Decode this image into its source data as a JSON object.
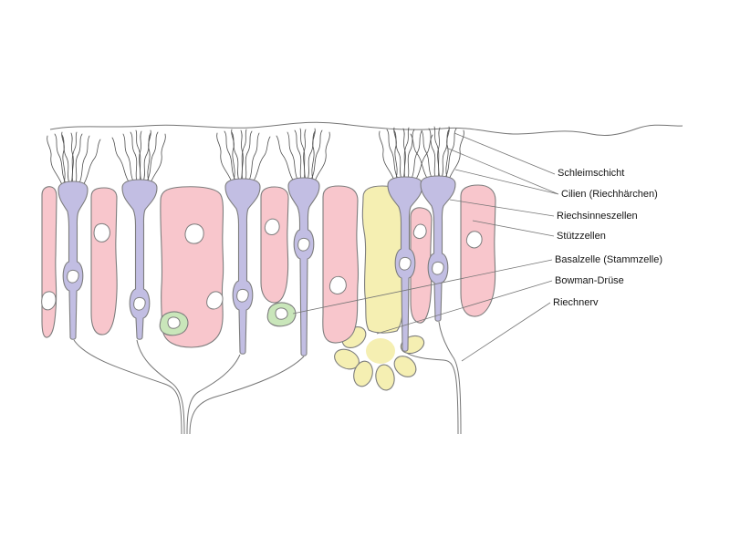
{
  "labels": [
    {
      "id": "schleimschicht",
      "text": "Schleimschicht"
    },
    {
      "id": "cilien",
      "text": "Cilien (Riechhärchen)"
    },
    {
      "id": "riechsinneszellen",
      "text": "Riechsinneszellen"
    },
    {
      "id": "stuetzzellen",
      "text": "Stützzellen"
    },
    {
      "id": "basalzelle",
      "text": "Basalzelle (Stammzelle)"
    },
    {
      "id": "bowman",
      "text": "Bowman-Drüse"
    },
    {
      "id": "riechnerv",
      "text": "Riechnerv"
    }
  ],
  "colors": {
    "pink": "#f8c6cc",
    "purple": "#c2bee3",
    "yellow": "#f5efb2",
    "green": "#c9e6ba",
    "outline": "#7d7d7d",
    "cilia": "#4f4f4f",
    "line": "#757575"
  }
}
